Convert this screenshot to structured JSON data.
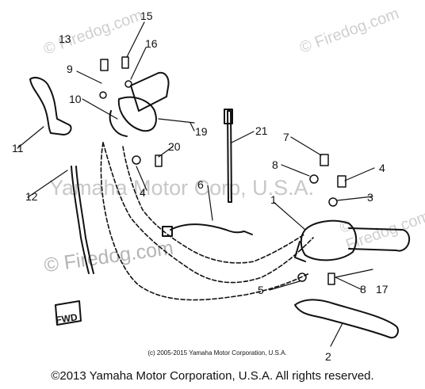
{
  "callouts": [
    "1",
    "2",
    "3",
    "4",
    "4",
    "5",
    "6",
    "7",
    "8",
    "8",
    "9",
    "10",
    "11",
    "12",
    "13",
    "15",
    "16",
    "17",
    "19",
    "20",
    "21"
  ],
  "watermarks": {
    "site": "© Firedog.com",
    "center": "Yamaha Motor Corp, U.S.A.",
    "left": "© Firedog.com"
  },
  "fwd_label": "FWD",
  "copyright_small": "(c) 2005-2015 Yamaha Motor Corporation, U.S.A.",
  "copyright_main": "©2013 Yamaha Motor Corporation, U.S.A. All rights reserved."
}
